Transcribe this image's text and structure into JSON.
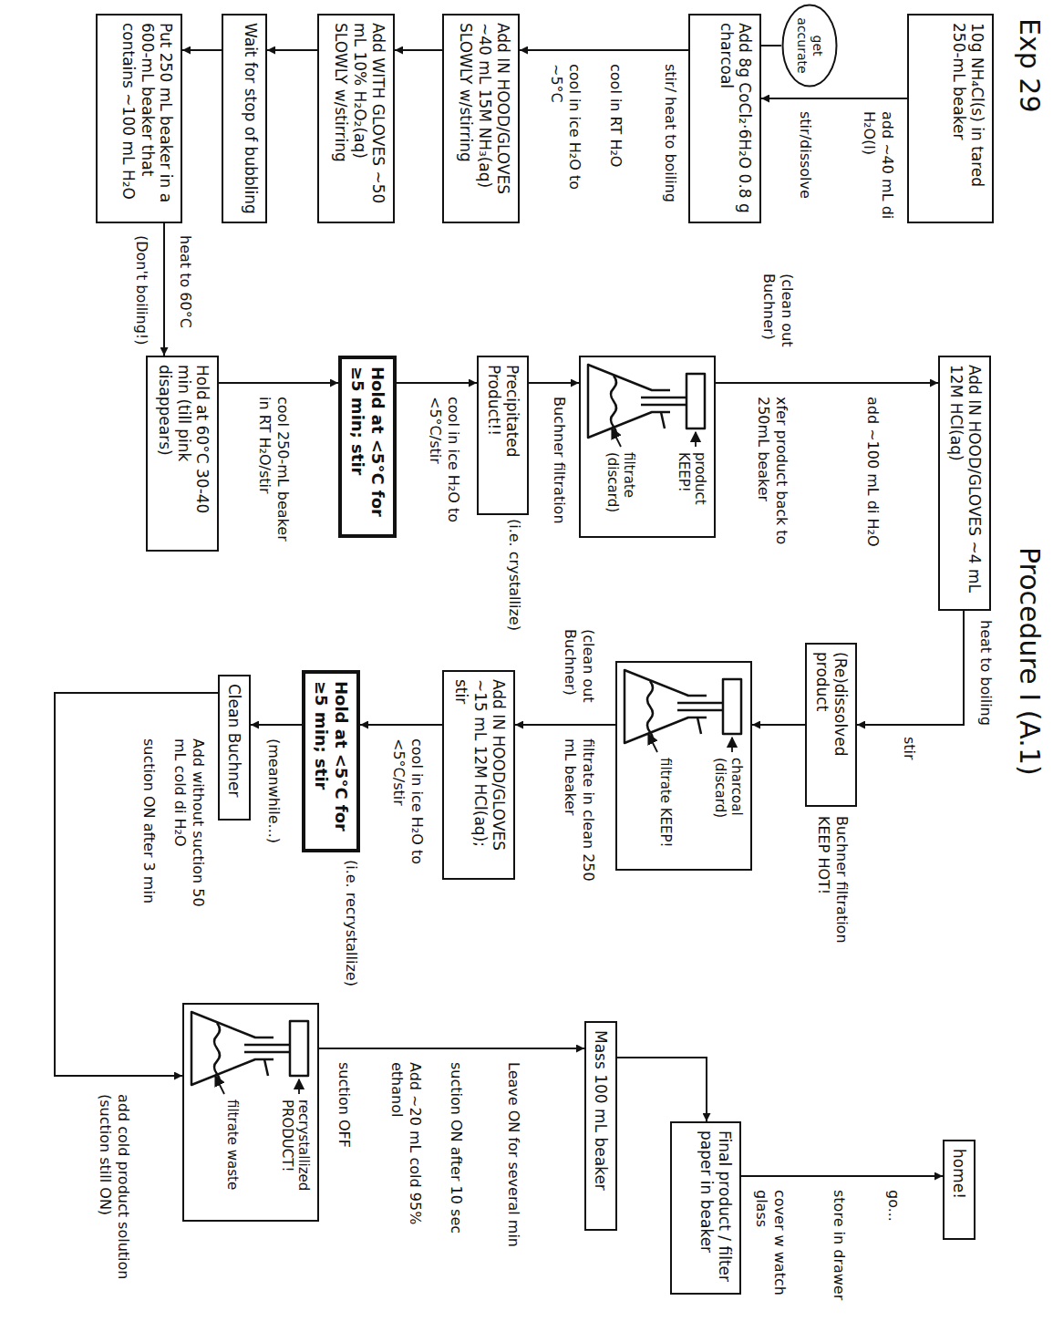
{
  "diagram": {
    "title": "Procedure I (A.1)",
    "nodes": [
      {
        "text": [
          "10g NH₄Cl(s) in tared 250-mL beaker"
        ]
      },
      {
        "text": [
          "get accurate"
        ]
      },
      {
        "text": [
          "Add 8g CoCl₂·6H₂O 0.8 g charcoal"
        ]
      },
      {
        "text": [
          "Add IN HOOD/GLOVES ~40 mL 15M NH₃(aq) SLOWLY w/stirring"
        ]
      },
      {
        "text": [
          "Add WITH GLOVES ~50 mL 10% H₂O₂(aq) SLOWLY w/stirring"
        ]
      },
      {
        "text": [
          "Wait for stop of bubbling"
        ]
      },
      {
        "text": [
          "Put 250 mL beaker in a 600-mL beaker that contains ~100 mL H₂O"
        ]
      },
      {
        "text": [
          "Hold at 60°C 30-40 min (till pink disappears)"
        ]
      },
      {
        "text": [
          "Hold at <5°C for ≥5 min; stir"
        ]
      },
      {
        "text": [
          "Precipitated Product!!",
          "(i.e. crystallize)"
        ]
      },
      {
        "text": [
          "product KEEP!",
          "filtrate (discard)"
        ]
      },
      {
        "text": [
          "Add IN HOOD/GLOVES ~4 mL 12M HCl(aq)"
        ]
      },
      {
        "text": [
          "(Re)dissolved product"
        ]
      },
      {
        "text": [
          "charcoal (discard)",
          "filtrate KEEP!"
        ]
      },
      {
        "text": [
          "Add IN HOOD/GLOVES ~15 mL 12M HCl(aq); stir"
        ]
      },
      {
        "text": [
          "Hold at <5°C for ≥5 min; stir",
          "(i.e. recrystallize)"
        ]
      },
      {
        "text": [
          "Clean Buchner"
        ]
      },
      {
        "text": [
          "recrystallized PRODUCT!",
          "filtrate waste"
        ]
      },
      {
        "text": [
          "Mass 100 mL beaker"
        ]
      },
      {
        "text": [
          "Final product / filter paper in beaker"
        ]
      },
      {
        "text": [
          "home!"
        ]
      }
    ],
    "edges": [
      {
        "from": 0,
        "to": 2,
        "label": "add ~40 mL di H₂O(l)",
        "arrow": "to"
      },
      {
        "from": 1,
        "to": 2,
        "arrow": "none"
      },
      {
        "from": 2,
        "to": 3,
        "label": "stir/ heat to boiling",
        "arrow": "to"
      },
      {
        "from": 3,
        "to": 4,
        "arrow": "to"
      },
      {
        "from": 4,
        "to": 5,
        "arrow": "to"
      },
      {
        "from": 5,
        "to": 6,
        "arrow": "to"
      },
      {
        "from": 6,
        "to": 7,
        "label": "heat to 60°C",
        "arrow": "to"
      },
      {
        "from": 7,
        "to": 8,
        "label": "cool 250-mL beaker in RT H₂O/stir",
        "arrow": "to"
      },
      {
        "from": 8,
        "to": 9,
        "label": "cool in ice H₂O to <5°C/stir",
        "arrow": "to"
      },
      {
        "from": 9,
        "to": 10,
        "label": "Buchner filtration",
        "arrow": "to"
      },
      {
        "from": 10,
        "to": 11,
        "label": "xfer product back to 250mL beaker",
        "arrow": "to"
      },
      {
        "from": 11,
        "to": 12,
        "label": "heat to boiling",
        "arrow": "to"
      },
      {
        "from": 12,
        "to": 13,
        "label": "Buchner filtration KEEP HOT!",
        "arrow": "to"
      },
      {
        "from": 13,
        "to": 14,
        "label": "filtrate in clean 250 mL beaker",
        "arrow": "to"
      },
      {
        "from": 14,
        "to": 15,
        "label": "cool in ice H₂O to <5°C/stir",
        "arrow": "to"
      },
      {
        "from": 15,
        "to": 16,
        "label": "(meanwhile...)",
        "arrow": "to"
      },
      {
        "from": 16,
        "to": 17,
        "label": "add cold product solution (suction still ON)",
        "arrow": "to"
      },
      {
        "from": 17,
        "to": 18,
        "label": "suction OFF",
        "arrow": "to"
      },
      {
        "from": 18,
        "to": 19,
        "arrow": "to"
      },
      {
        "from": 19,
        "to": 20,
        "label": "cover w watch glass",
        "arrow": "to"
      }
    ],
    "labels": [
      "Exp 29",
      "stir/dissolve",
      "cool in RT H₂O",
      "cool in ice H₂O to ~5°C",
      "(Don't boiling!)",
      "(clean out Buchner)",
      "add ~100 mL di H₂O",
      "stir",
      "(clean out Buchner)",
      "Add without suction 50 mL cold di H₂O",
      "suction ON after 3 min",
      "Add ~20 mL cold 95% ethanol",
      "suction ON after 10 sec",
      "Leave ON for several min",
      "store in drawer",
      "go..."
    ]
  }
}
